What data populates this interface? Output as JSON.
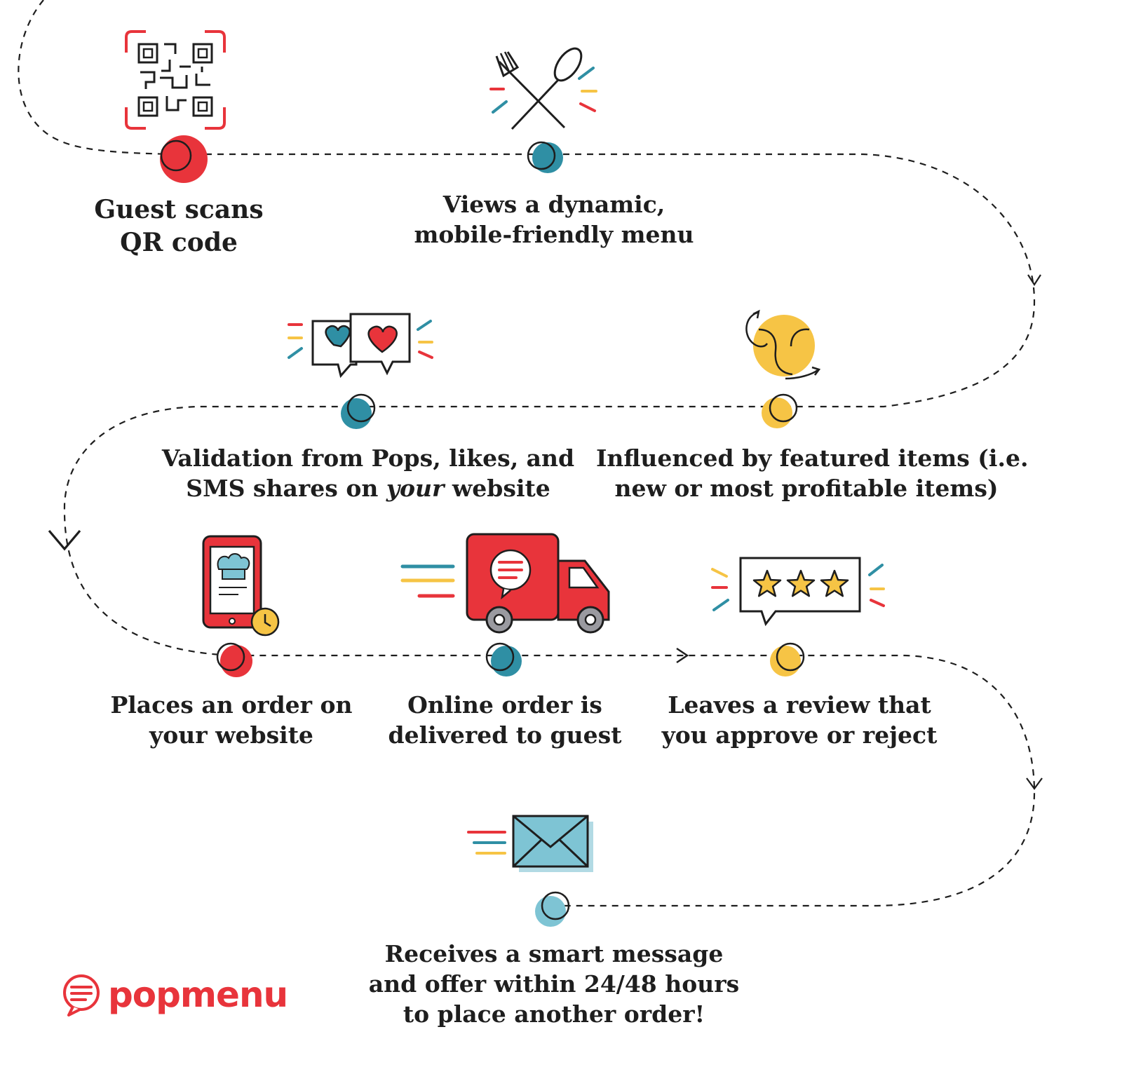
{
  "colors": {
    "red": "#e8343b",
    "teal": "#2f8fa4",
    "yellow": "#f6c445",
    "light_blue": "#7ec4d4",
    "ink": "#1e1e1e"
  },
  "steps": [
    {
      "id": "scan-qr",
      "icon": "qr-code-icon",
      "lines": [
        "Guest scans",
        "QR code"
      ]
    },
    {
      "id": "view-menu",
      "icon": "fork-spoon-icon",
      "lines": [
        "Views a dynamic,",
        "mobile-friendly menu"
      ]
    },
    {
      "id": "influenced",
      "icon": "featured-ball-icon",
      "lines": [
        "Influenced by featured items (i.e.",
        "new or most profitable items)"
      ]
    },
    {
      "id": "validation",
      "icon": "heart-chat-icon",
      "lines": [
        "Validation from Pops, likes, and"
      ],
      "line2_parts": [
        "SMS shares on ",
        "your",
        " website"
      ]
    },
    {
      "id": "place-order",
      "icon": "tablet-order-icon",
      "lines": [
        "Places an order on",
        "your website"
      ]
    },
    {
      "id": "delivered",
      "icon": "delivery-truck-icon",
      "lines": [
        "Online order is",
        "delivered to guest"
      ]
    },
    {
      "id": "review",
      "icon": "star-review-icon",
      "lines": [
        "Leaves a review that",
        "you approve or reject"
      ]
    },
    {
      "id": "smart-message",
      "icon": "envelope-icon",
      "lines": [
        "Receives a smart message",
        "and offer within 24/48 hours",
        "to place another order!"
      ]
    }
  ],
  "brand": {
    "name": "popmenu"
  }
}
